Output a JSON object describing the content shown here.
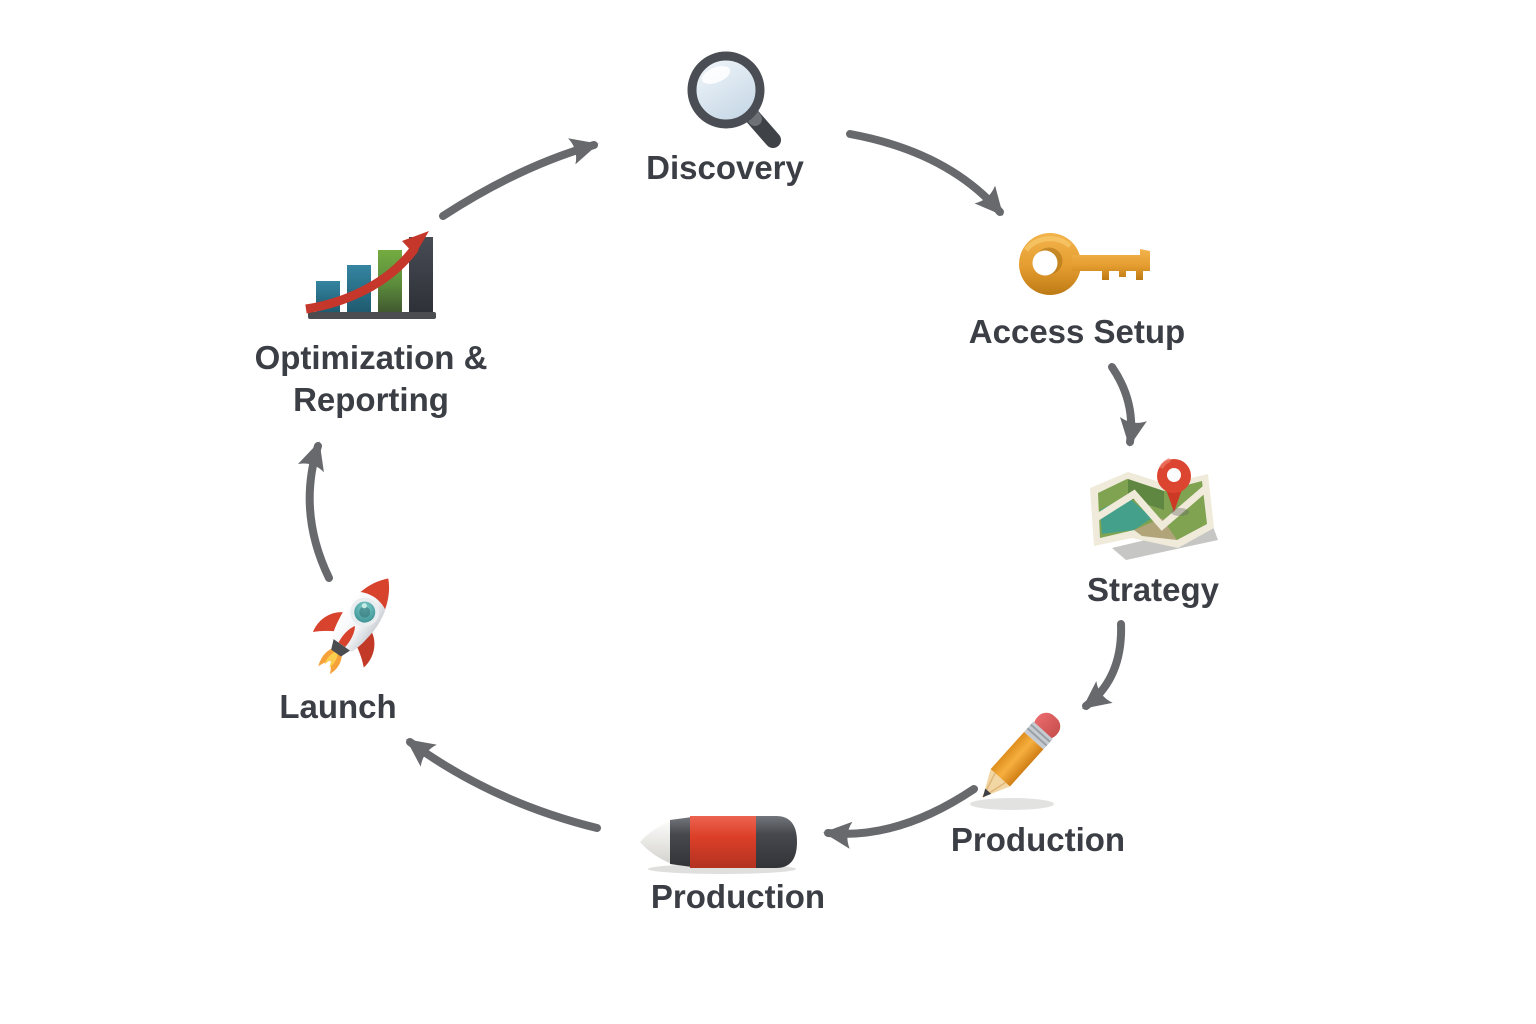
{
  "diagram": {
    "name": "process-cycle",
    "flow": "clockwise"
  },
  "steps": [
    {
      "label": "Discovery",
      "icon": "magnifier-icon"
    },
    {
      "label": "Access Setup",
      "icon": "key-icon"
    },
    {
      "label": "Strategy",
      "icon": "map-icon"
    },
    {
      "label": "Production",
      "icon": "pencil-icon"
    },
    {
      "label": "Production",
      "icon": "marker-icon"
    },
    {
      "label": "Launch",
      "icon": "rocket-icon"
    },
    {
      "label": "Optimization & Reporting",
      "icon": "bar-chart-icon"
    }
  ],
  "colors": {
    "background": "#ffffff",
    "label_text": "#3B3E44",
    "arrow_gray": "#67696D",
    "key_gold": "#E49C2F",
    "pin_red": "#DC4530",
    "map_green": "#7FA351",
    "map_teal": "#44A08B",
    "pencil_orange": "#F0A431",
    "eraser_red": "#D95C5C",
    "marker_red": "#DC3F28",
    "marker_dark": "#46484D",
    "rocket_red": "#D8432E",
    "window_teal": "#3FA3A0",
    "flame_orange": "#F6A23B",
    "flame_yellow": "#FCCE4E",
    "chart_blue": "#2E7D99",
    "chart_green": "#6FA93F",
    "chart_dark": "#3F434B",
    "chart_arrow_red": "#C4372A"
  }
}
